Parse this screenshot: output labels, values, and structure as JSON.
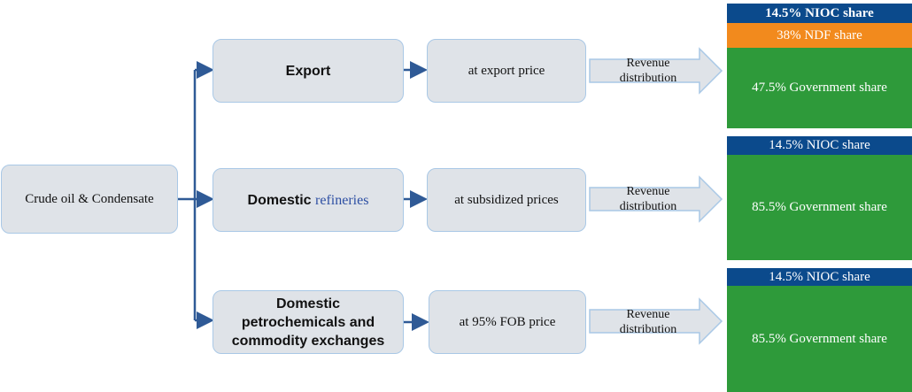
{
  "source": {
    "label": "Crude oil & Condensate"
  },
  "branches": [
    {
      "channel_bold": "Export",
      "channel_extra": "",
      "price": "at export price",
      "revenue": [
        "Revenue",
        "distribution"
      ],
      "shares": {
        "nioc": "14.5% NIOC share",
        "ndf": "38% NDF share",
        "gov": "47.5% Government share"
      }
    },
    {
      "channel_bold": "Domestic",
      "channel_extra": "refineries",
      "price": "at subsidized prices",
      "revenue": [
        "Revenue",
        "distribution"
      ],
      "shares": {
        "nioc": "14.5% NIOC share",
        "gov": "85.5% Government share"
      }
    },
    {
      "channel_bold_lines": [
        "Domestic",
        "petrochemicals and",
        "commodity exchanges"
      ],
      "price": "at 95% FOB price",
      "revenue": [
        "Revenue",
        "distribution"
      ],
      "shares": {
        "nioc": "14.5% NIOC share",
        "gov": "85.5% Government share"
      }
    }
  ],
  "colors": {
    "nioc": "#0b4a8c",
    "ndf": "#f28a1d",
    "gov": "#2e9a3a",
    "box_fill": "#dfe3e8",
    "box_border": "#a9c8e6",
    "connector": "#2f5a96"
  }
}
